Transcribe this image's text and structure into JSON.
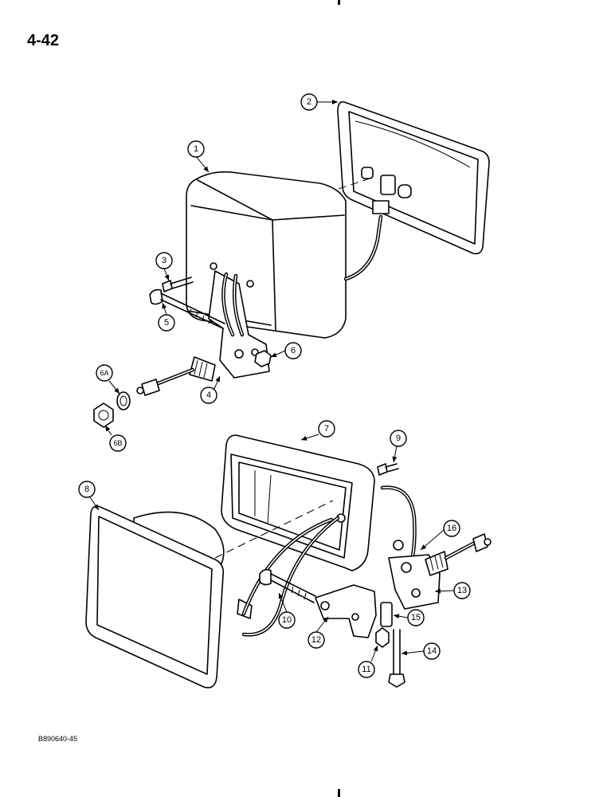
{
  "page": {
    "number": "4-42",
    "ref_code": "B890640-45"
  },
  "callouts": {
    "c1": "1",
    "c2": "2",
    "c3": "3",
    "c4": "4",
    "c5": "5",
    "c6": "6",
    "c6a": "6A",
    "c6b": "6B",
    "c7": "7",
    "c8": "8",
    "c9": "9",
    "c10": "10",
    "c11": "11",
    "c12": "12",
    "c13": "13",
    "c14": "14",
    "c15": "15",
    "c16": "16"
  }
}
